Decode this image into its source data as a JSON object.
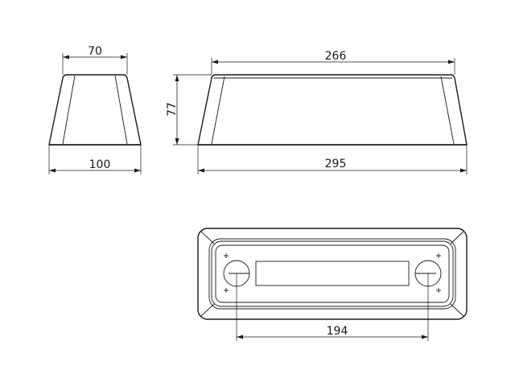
{
  "dimensions": {
    "front_top_width": "70",
    "front_bottom_width": "100",
    "height": "77",
    "side_top_length": "266",
    "side_bottom_length": "295",
    "hole_spacing": "194"
  },
  "colors": {
    "line": "#1a1a1a",
    "background": "#ffffff"
  }
}
